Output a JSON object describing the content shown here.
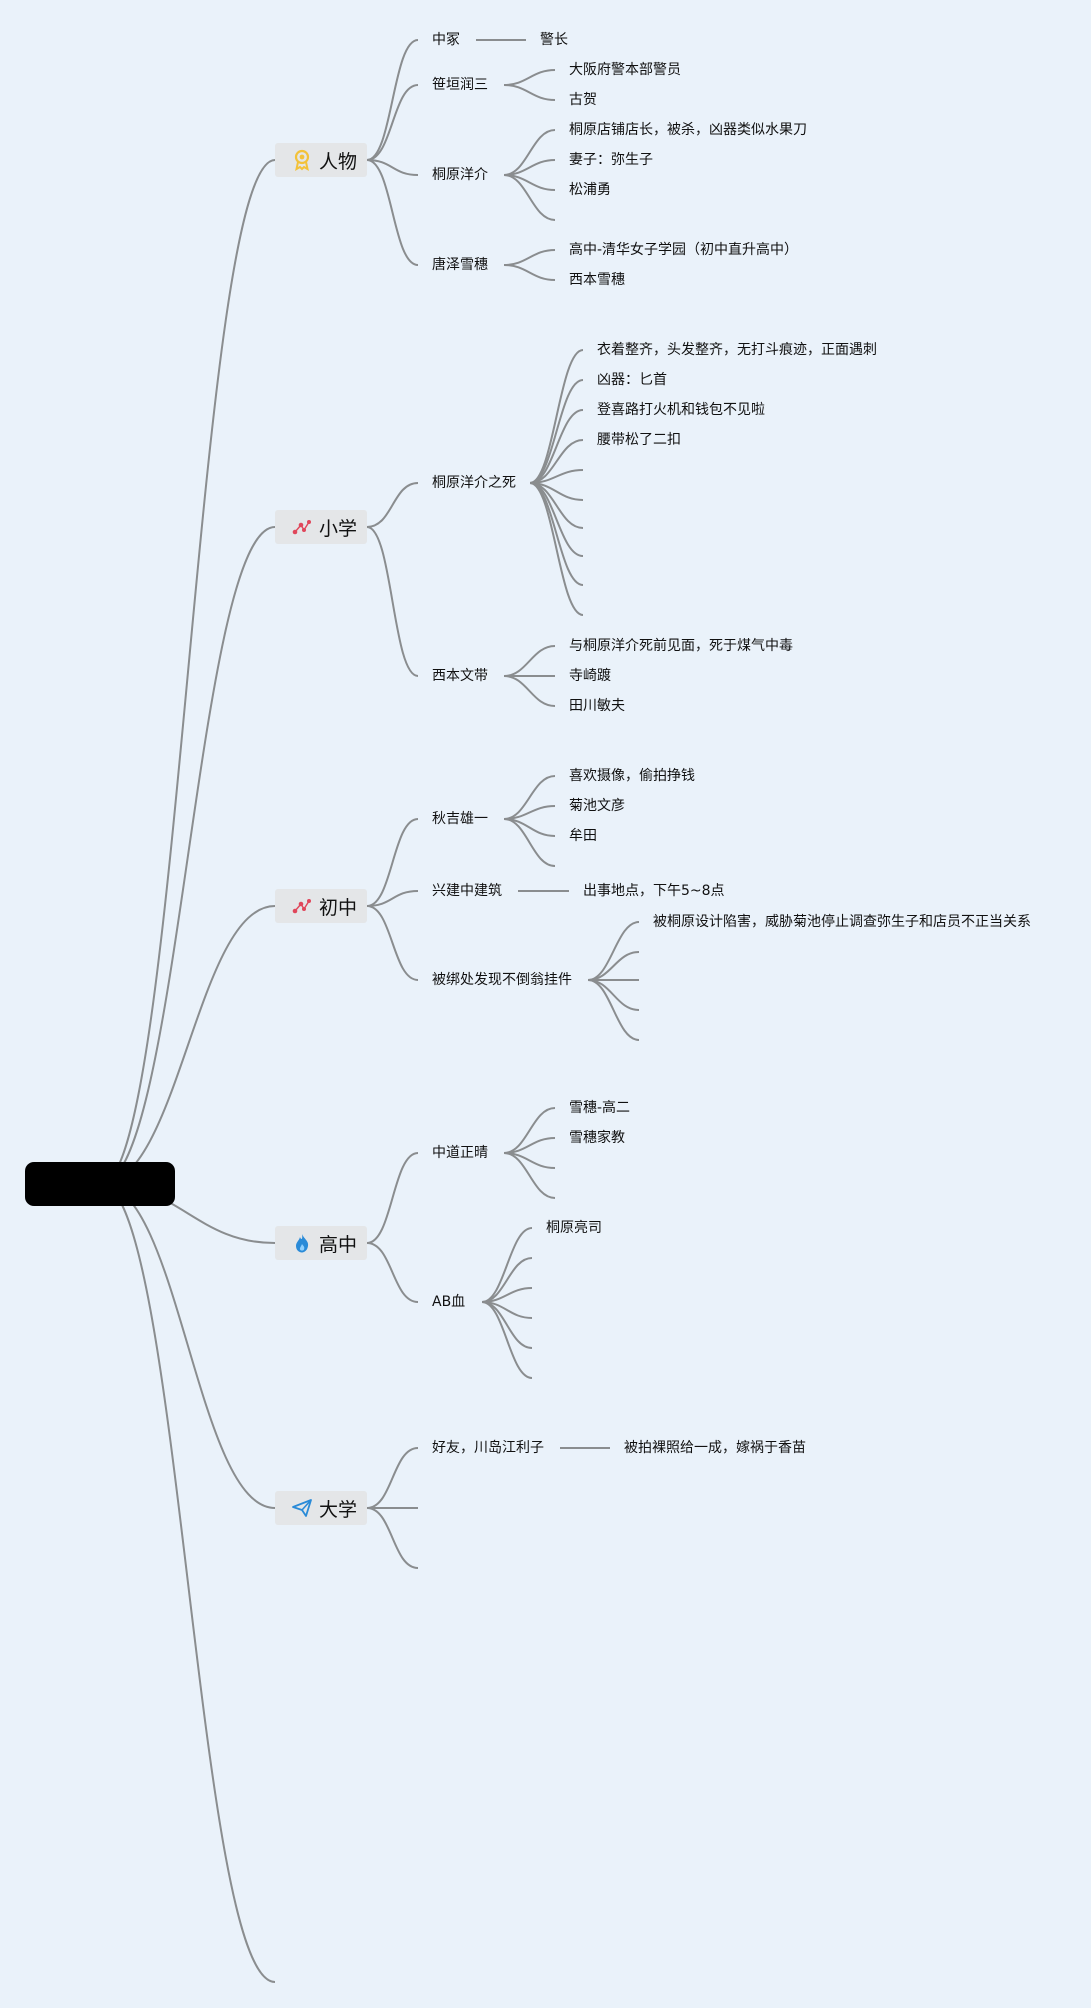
{
  "root": {
    "label": ""
  },
  "branches": [
    {
      "label": "人物",
      "icon": "award-ribbon-icon",
      "icon_color": "#f3c23a",
      "children": [
        {
          "label": "中冢",
          "children": [
            {
              "label": "警长"
            }
          ]
        },
        {
          "label": "笹垣润三",
          "children": [
            {
              "label": "大阪府警本部警员"
            },
            {
              "label": "古贺"
            }
          ]
        },
        {
          "label": "桐原洋介",
          "children": [
            {
              "label": "桐原店铺店长，被杀，凶器类似水果刀"
            },
            {
              "label": "妻子：弥生子"
            },
            {
              "label": "松浦勇"
            },
            {
              "label": ""
            }
          ]
        },
        {
          "label": "唐泽雪穗",
          "children": [
            {
              "label": "高中-清华女子学园（初中直升高中）"
            },
            {
              "label": "西本雪穗"
            }
          ]
        }
      ]
    },
    {
      "label": "小学",
      "icon": "constellation-icon",
      "icon_color": "#e0475b",
      "children": [
        {
          "label": "桐原洋介之死",
          "children": [
            {
              "label": "衣着整齐，头发整齐，无打斗痕迹，正面遇刺"
            },
            {
              "label": "凶器：匕首"
            },
            {
              "label": "登喜路打火机和钱包不见啦"
            },
            {
              "label": "腰带松了二扣"
            },
            {
              "label": ""
            },
            {
              "label": ""
            },
            {
              "label": ""
            },
            {
              "label": ""
            },
            {
              "label": ""
            },
            {
              "label": ""
            }
          ]
        },
        {
          "label": "西本文带",
          "children": [
            {
              "label": "与桐原洋介死前见面，死于煤气中毒"
            },
            {
              "label": "寺崎踱"
            },
            {
              "label": "田川敏夫"
            }
          ]
        }
      ]
    },
    {
      "label": "初中",
      "icon": "constellation-icon",
      "icon_color": "#e0475b",
      "children": [
        {
          "label": "秋吉雄一",
          "children": [
            {
              "label": "喜欢摄像，偷拍挣钱"
            },
            {
              "label": "菊池文彦"
            },
            {
              "label": "牟田"
            },
            {
              "label": ""
            }
          ]
        },
        {
          "label": "兴建中建筑",
          "children": [
            {
              "label": "出事地点，下午5~8点"
            }
          ]
        },
        {
          "label": "被绑处发现不倒翁挂件",
          "children": [
            {
              "label": "被桐原设计陷害，威胁菊池停止调查弥生子和店员不正当关系"
            },
            {
              "label": ""
            },
            {
              "label": ""
            },
            {
              "label": ""
            },
            {
              "label": ""
            }
          ]
        }
      ]
    },
    {
      "label": "高中",
      "icon": "flame-icon",
      "icon_color": "#2a8bd8",
      "children": [
        {
          "label": "中道正晴",
          "children": [
            {
              "label": "雪穗-高二"
            },
            {
              "label": "雪穗家教"
            },
            {
              "label": ""
            },
            {
              "label": ""
            }
          ]
        },
        {
          "label": "AB血",
          "children": [
            {
              "label": "桐原亮司"
            },
            {
              "label": ""
            },
            {
              "label": ""
            },
            {
              "label": ""
            },
            {
              "label": ""
            },
            {
              "label": ""
            }
          ]
        }
      ]
    },
    {
      "label": "大学",
      "icon": "paper-plane-icon",
      "icon_color": "#2a8bd8",
      "children": [
        {
          "label": "好友，川岛江利子",
          "children": [
            {
              "label": "被拍裸照给一成，嫁祸于香苗"
            }
          ]
        },
        {
          "label": "",
          "children": []
        },
        {
          "label": "",
          "children": []
        }
      ]
    },
    {
      "label": "",
      "icon": "",
      "children": []
    }
  ]
}
